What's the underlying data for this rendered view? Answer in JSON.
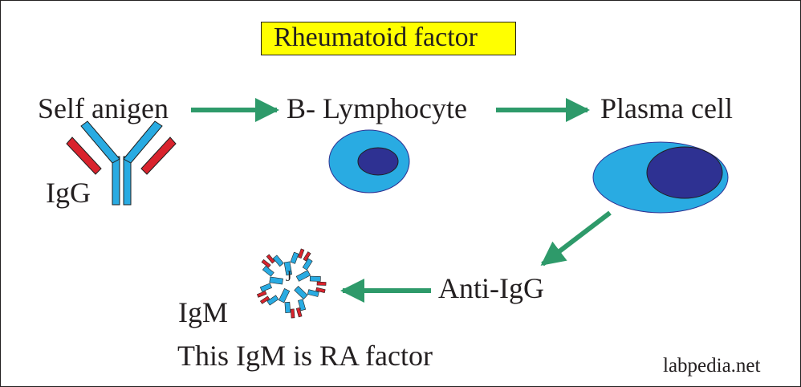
{
  "title": "Rheumatoid factor",
  "labels": {
    "self_antigen": "Self anigen",
    "b_lymphocyte": "B- Lymphocyte",
    "plasma_cell": "Plasma cell",
    "igg": "IgG",
    "anti_igg": "Anti-IgG",
    "igm": "IgM",
    "j_chain": "J",
    "ra_factor": "This IgM is RA factor"
  },
  "credit": "labpedia.net",
  "colors": {
    "title_background": "#ffff00",
    "arrow": "#2e9a6a",
    "antibody_heavy_chain": "#29abe2",
    "antibody_light_chain": "#d9232d",
    "cell_cytoplasm": "#29abe2",
    "cell_nucleus": "#2e3192",
    "text": "#231f20"
  }
}
